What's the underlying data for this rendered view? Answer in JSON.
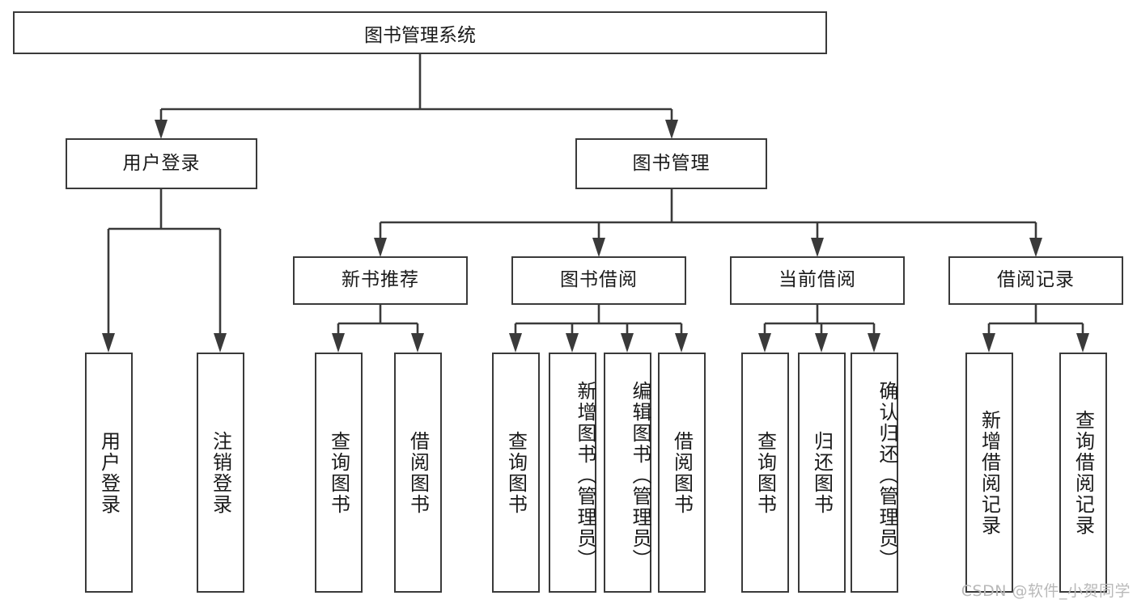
{
  "diagram": {
    "title": "图书管理系统",
    "type": "tree-hierarchy-diagram",
    "colors": {
      "stroke": "#3a3a3a",
      "fill": "#ffffff",
      "text": "#1a1a1a",
      "watermark": "#b9b9b9"
    },
    "root": {
      "label": "图书管理系统"
    },
    "level2": [
      {
        "label": "用户登录"
      },
      {
        "label": "图书管理"
      }
    ],
    "level3": [
      {
        "label": "新书推荐"
      },
      {
        "label": "图书借阅"
      },
      {
        "label": "当前借阅"
      },
      {
        "label": "借阅记录"
      }
    ],
    "leaves": {
      "user_login": [
        {
          "label": "用户登录"
        },
        {
          "label": "注销登录"
        }
      ],
      "new_book_recommend": [
        {
          "label": "查询图书"
        },
        {
          "label": "借阅图书"
        }
      ],
      "book_borrow": [
        {
          "label": "查询图书"
        },
        {
          "label": "新增图书（管理员）"
        },
        {
          "label": "编辑图书（管理员）"
        },
        {
          "label": "借阅图书"
        }
      ],
      "current_borrow": [
        {
          "label": "查询图书"
        },
        {
          "label": "归还图书"
        },
        {
          "label": "确认归还（管理员）"
        }
      ],
      "borrow_record": [
        {
          "label": "新增借阅记录"
        },
        {
          "label": "查询借阅记录"
        }
      ]
    }
  },
  "watermark": {
    "text": "CSDN @软件_小贺同学"
  }
}
